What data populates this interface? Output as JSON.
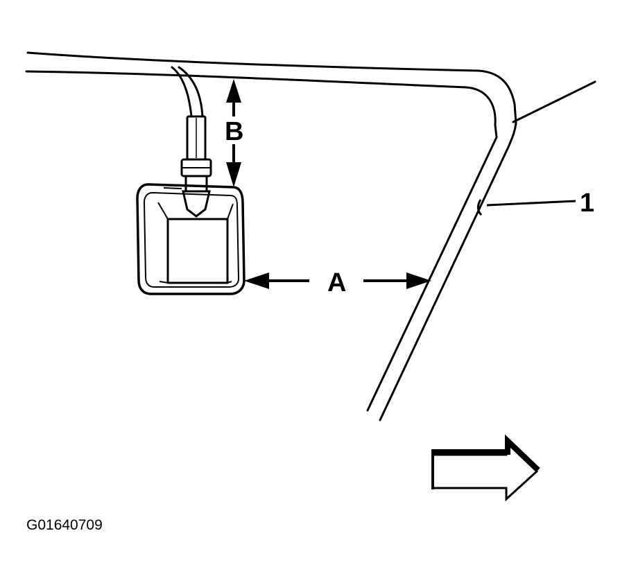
{
  "diagram": {
    "labels": {
      "a": "A",
      "b": "B",
      "callout_1": "1"
    },
    "figure_code": "G01640709",
    "colors": {
      "line": "#000000",
      "background": "#ffffff"
    }
  }
}
